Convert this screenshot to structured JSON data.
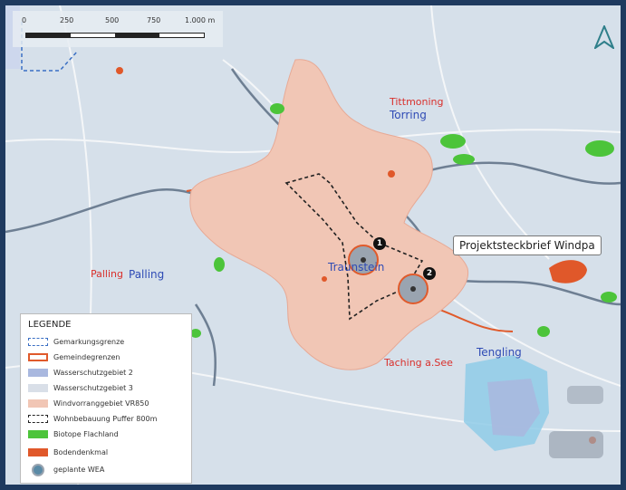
{
  "scale_bar": {
    "ticks": [
      "0",
      "250",
      "500",
      "750",
      "1.000 m"
    ]
  },
  "tooltip": {
    "text": "Projektsteckbrief   Windpa"
  },
  "municipalities": {
    "tittmoning": {
      "red": "Tittmoning",
      "blue": "Torring"
    },
    "traunstein": {
      "blue": "Traunstein"
    },
    "palling": {
      "red": "Palling",
      "blue": "Palling"
    },
    "taching": {
      "red": "Taching a.See"
    },
    "tengling": {
      "blue": "Tengling"
    }
  },
  "turbines": [
    {
      "number": "1"
    },
    {
      "number": "2"
    }
  ],
  "legend": {
    "title": "LEGENDE",
    "items": [
      {
        "label": "Gemarkungsgrenze",
        "swatch": "dashed-blue",
        "color": "#3a6fc4"
      },
      {
        "label": "Gemeindegrenzen",
        "swatch": "outline-orange",
        "color": "#e05a2b"
      },
      {
        "label": "Wasserschutzgebiet 2",
        "swatch": "fill",
        "color": "#a9b8df"
      },
      {
        "label": "Wasserschutzgebiet 3",
        "swatch": "fill",
        "color": "#d9dfe8"
      },
      {
        "label": "Windvorranggebiet VR850",
        "swatch": "fill",
        "color": "#f1c6b5"
      },
      {
        "label": "Wohnbebauung Puffer 800m",
        "swatch": "dashed-black",
        "color": "#222222"
      },
      {
        "label": "Biotope Flachland",
        "swatch": "fill",
        "color": "#4cc43a"
      },
      {
        "label": "Bodendenkmal",
        "swatch": "fill",
        "color": "#e0582a"
      },
      {
        "label": "geplante WEA",
        "swatch": "wea",
        "color": "#5a8aa6"
      }
    ]
  },
  "colors": {
    "frame": "#1f3a5f",
    "wind_area": "#f1c6b5",
    "water_zone_2": "#a9b8df",
    "biotope": "#4cc43a",
    "monument": "#e0582a",
    "municipality_red": "#d9302c",
    "municipality_blue": "#2f4bb5"
  }
}
